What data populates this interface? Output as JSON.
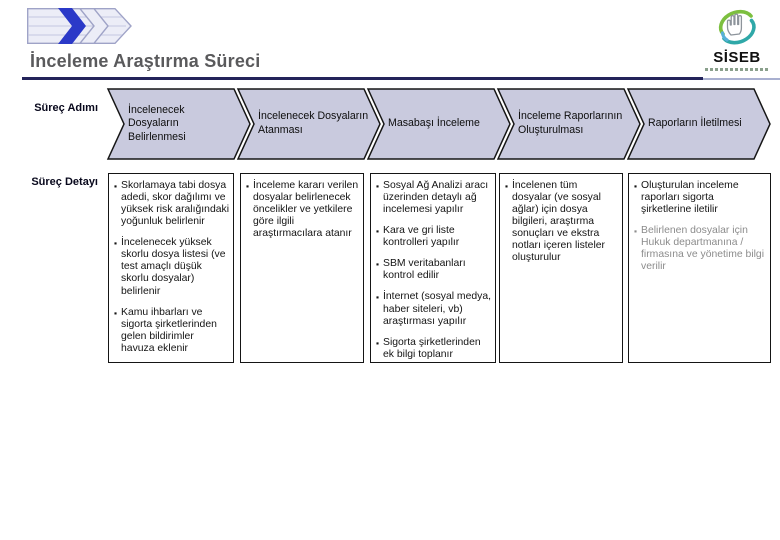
{
  "header": {
    "title": "İnceleme Araştırma Süreci",
    "brand": "SİSEB"
  },
  "row_labels": {
    "step": "Süreç Adımı",
    "detail": "Süreç Detayı"
  },
  "process": {
    "steps": [
      {
        "label": "İncelenecek\nDosyaların\nBelirlenmesi",
        "details": [
          {
            "text": "Skorlamaya tabi dosya adedi, skor dağılımı ve yüksek risk aralığındaki yoğunluk belirlenir"
          },
          {
            "text": "İncelenecek yüksek skorlu dosya listesi (ve test amaçlı düşük skorlu dosyalar) belirlenir"
          },
          {
            "text": "Kamu ihbarları ve sigorta şirketlerinden gelen bildirimler havuza eklenir"
          }
        ]
      },
      {
        "label": "İncelenecek Dosyaların\nAtanması",
        "details": [
          {
            "text": "İnceleme kararı verilen dosyalar belirlenecek öncelikler ve yetkilere göre ilgili araştırmacılara atanır"
          }
        ]
      },
      {
        "label": "Masabaşı İnceleme",
        "details": [
          {
            "text": "Sosyal Ağ Analizi aracı üzerinden detaylı ağ incelemesi yapılır"
          },
          {
            "text": "Kara ve gri liste kontrolleri yapılır"
          },
          {
            "text": "SBM veritabanları kontrol edilir"
          },
          {
            "text": "İnternet (sosyal medya, haber siteleri, vb) araştırması yapılır"
          },
          {
            "text": "Sigorta şirketlerinden ek bilgi toplanır"
          }
        ]
      },
      {
        "label": "İnceleme Raporlarının\nOluşturulması",
        "details": [
          {
            "text": "İncelenen tüm dosyalar (ve sosyal ağlar) için dosya bilgileri, araştırma sonuçları ve ekstra notları içeren listeler oluşturulur"
          }
        ]
      },
      {
        "label": "Raporların İletilmesi",
        "details": [
          {
            "text": "Oluşturulan inceleme raporları sigorta şirketlerine iletilir"
          },
          {
            "text": "Belirlenen dosyalar için Hukuk departmanına / firmasına ve yönetime bilgi verilir",
            "muted": true
          }
        ]
      }
    ]
  },
  "colors": {
    "chevron_fill": "#C9CADE",
    "title_text": "#5A5A5C",
    "rule_navy": "#23235A",
    "logo_blue": "#2B39C8",
    "muted_text": "#8C8C8C",
    "brand_green": "#7CBF3F",
    "brand_teal": "#2FA8A8"
  }
}
